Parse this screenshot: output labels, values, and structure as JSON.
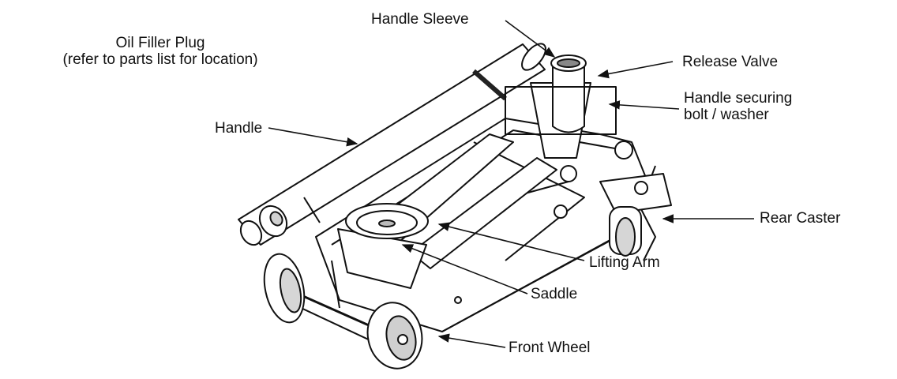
{
  "labels": {
    "handle_sleeve": "Handle Sleeve",
    "oil_filler_plug_line1": "Oil Filler Plug",
    "oil_filler_plug_line2": "(refer to parts list for location)",
    "release_valve": "Release Valve",
    "handle_securing_line1": "Handle securing",
    "handle_securing_line2": "bolt / washer",
    "handle": "Handle",
    "rear_caster": "Rear Caster",
    "lifting_arm": "Lifting Arm",
    "saddle": "Saddle",
    "front_wheel": "Front Wheel"
  },
  "colors": {
    "line": "#111111",
    "fill": "#ffffff",
    "shade": "#bdbdbd"
  }
}
